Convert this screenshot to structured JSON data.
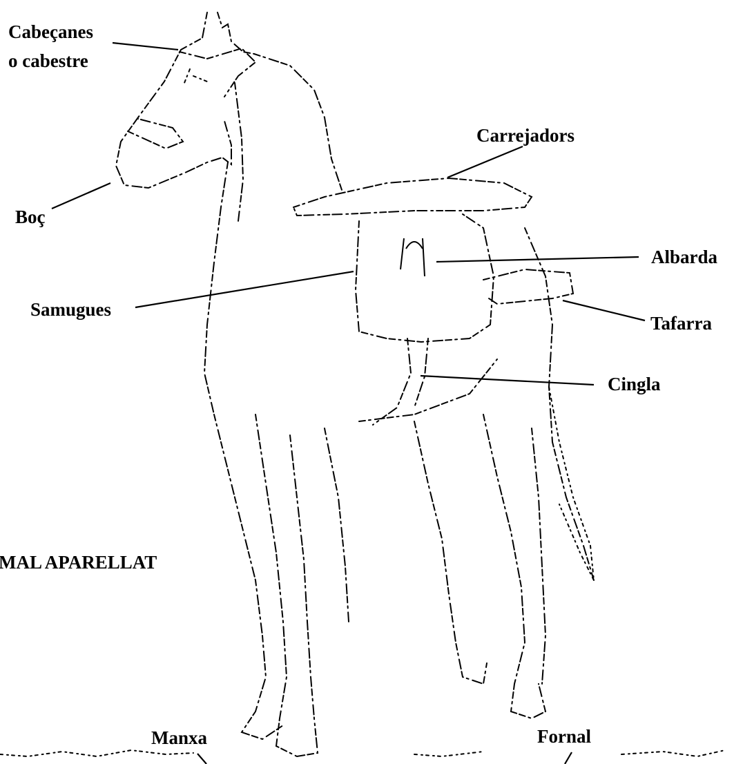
{
  "labels": {
    "cabecanes": "Cabeçanes",
    "cabestre": "o cabestre",
    "boc": "Boç",
    "carrejadors": "Carrejadors",
    "albarda": "Albarda",
    "samugues": "Samugues",
    "tafarra": "Tafarra",
    "cingla": "Cingla",
    "title_fragment": "MAL APARELLAT",
    "manxa": "Manxa",
    "fornal": "Fornal"
  }
}
